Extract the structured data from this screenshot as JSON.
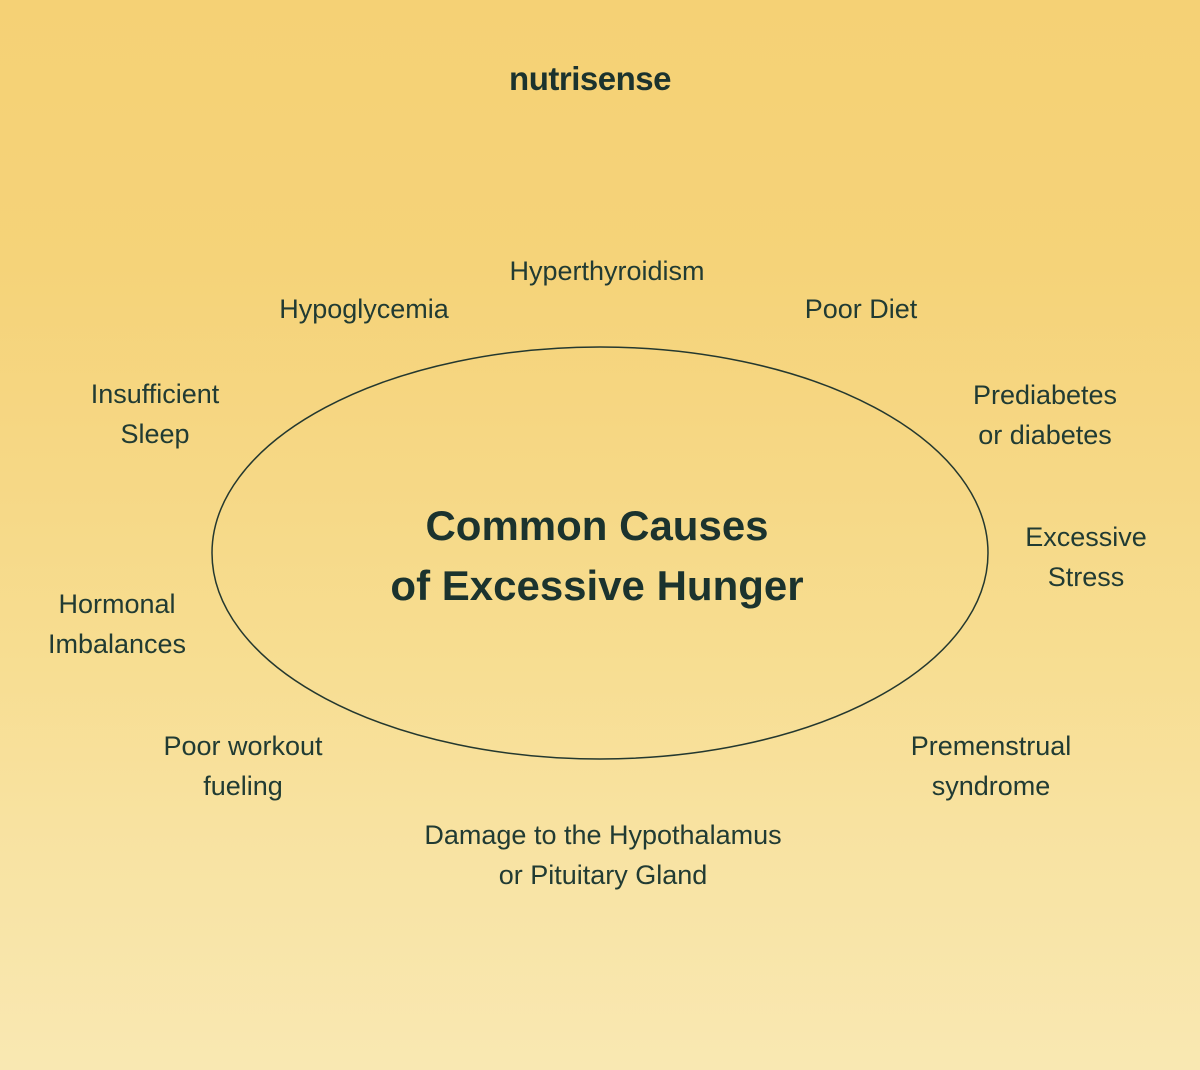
{
  "brand": "nutrisense",
  "diagram": {
    "title": "Common Causes\nof Excessive Hunger"
  },
  "causes": [
    {
      "id": "hyperthyroidism",
      "label": "Hyperthyroidism"
    },
    {
      "id": "hypoglycemia",
      "label": "Hypoglycemia"
    },
    {
      "id": "poor-diet",
      "label": "Poor Diet"
    },
    {
      "id": "insufficient-sleep",
      "label": "Insufficient\nSleep"
    },
    {
      "id": "prediabetes",
      "label": "Prediabetes\nor diabetes"
    },
    {
      "id": "excessive-stress",
      "label": "Excessive\nStress"
    },
    {
      "id": "hormonal-imbalances",
      "label": "Hormonal\nImbalances"
    },
    {
      "id": "poor-workout-fueling",
      "label": "Poor workout\nfueling"
    },
    {
      "id": "premenstrual-syndrome",
      "label": "Premenstrual\nsyndrome"
    },
    {
      "id": "damage-hypothalamus",
      "label": "Damage to the Hypothalamus\nor Pituitary Gland"
    }
  ],
  "colors": {
    "background_top": "#f5d175",
    "background_bottom": "#f9e8b2",
    "text": "#1d3631",
    "ellipse_stroke": "#24382f"
  }
}
